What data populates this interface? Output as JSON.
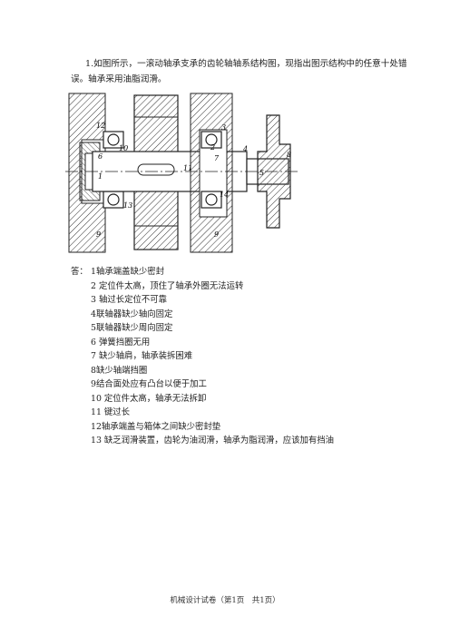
{
  "question": "1.如图所示，一滚动轴承支承的齿轮轴轴系结构图，现指出图示结构中的任意十处错误。轴承采用油脂润滑。",
  "figure": {
    "labels": [
      "12",
      "13",
      "10",
      "6",
      "1",
      "11",
      "5",
      "8",
      "3",
      "2",
      "7",
      "4",
      "14",
      "9",
      "9"
    ]
  },
  "answer_prefix": "答：",
  "answers": [
    "1轴承端盖缺少密封",
    "2 定位件太高，顶住了轴承外圈无法运转",
    "3 轴过长定位不可靠",
    "4联轴器缺少轴向固定",
    "5联轴器缺少周向固定",
    "6 弹簧挡圈无用",
    "7 缺少轴肩，轴承装拆困难",
    "8缺少轴端挡圈",
    "9结合面处应有凸台以便于加工",
    "10 定位件太高，轴承无法拆卸",
    "11 键过长",
    "12轴承端盖与箱体之间缺少密封垫",
    "13 缺乏润滑装置，齿轮为油润滑，轴承为脂润滑，应该加有挡油"
  ],
  "footer": "机械设计试卷（第1页　共1页）"
}
